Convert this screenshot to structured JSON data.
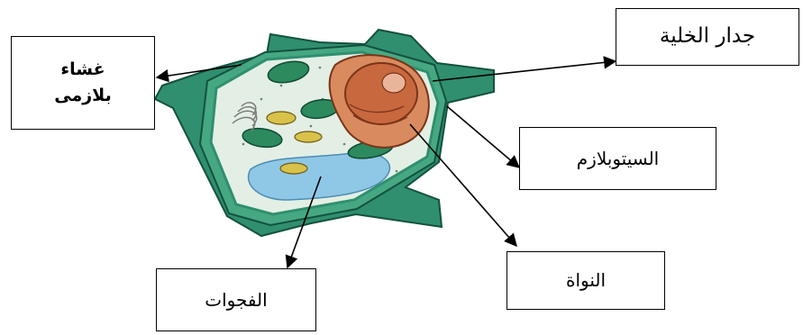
{
  "labels": {
    "plasma_membrane": [
      "غشاء",
      "بلازمى"
    ],
    "cell_wall": "جدار الخلية",
    "cytoplasm": "السيتوبلازم",
    "nucleus": "النواة",
    "vacuoles": "الفجوات"
  },
  "colors": {
    "cell_wall": "#2f8f6f",
    "cell_wall_dark": "#14513f",
    "cytoplasm": "#e3efe4",
    "chloroplast": "#2c8a5e",
    "vacuole": "#8fc8e6",
    "nucleus": "#c8683f",
    "mitochondria": "#d8c24a",
    "label_border": "#000000",
    "arrow": "#000000"
  }
}
